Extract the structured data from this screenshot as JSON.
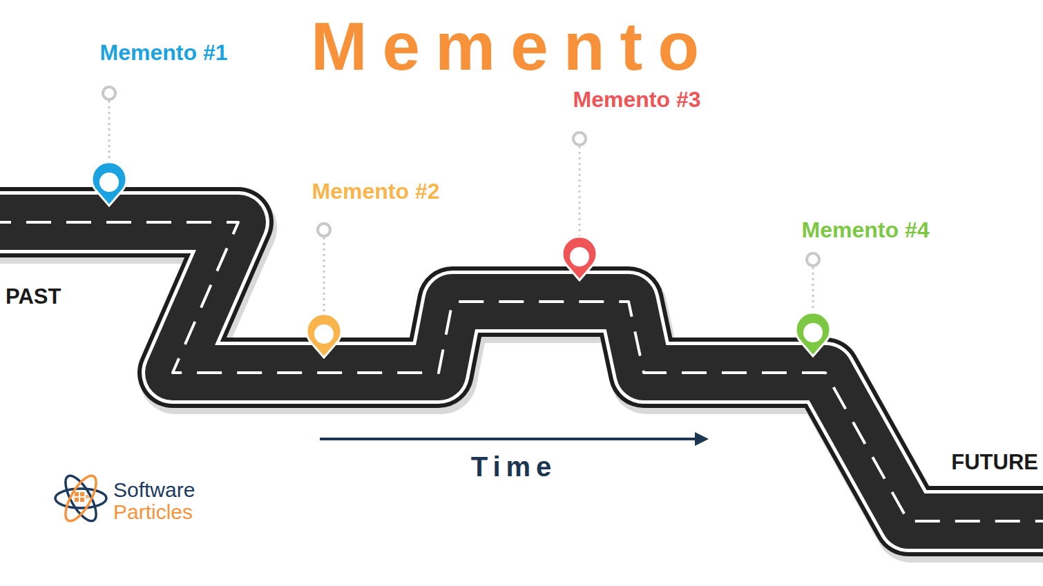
{
  "diagram": {
    "title": "Memento",
    "labels": [
      "Memento #1",
      "Memento #2",
      "Memento #3",
      "Memento #4",
      "PAST",
      "FUTURE",
      "Time",
      "Software",
      "Particles"
    ]
  }
}
